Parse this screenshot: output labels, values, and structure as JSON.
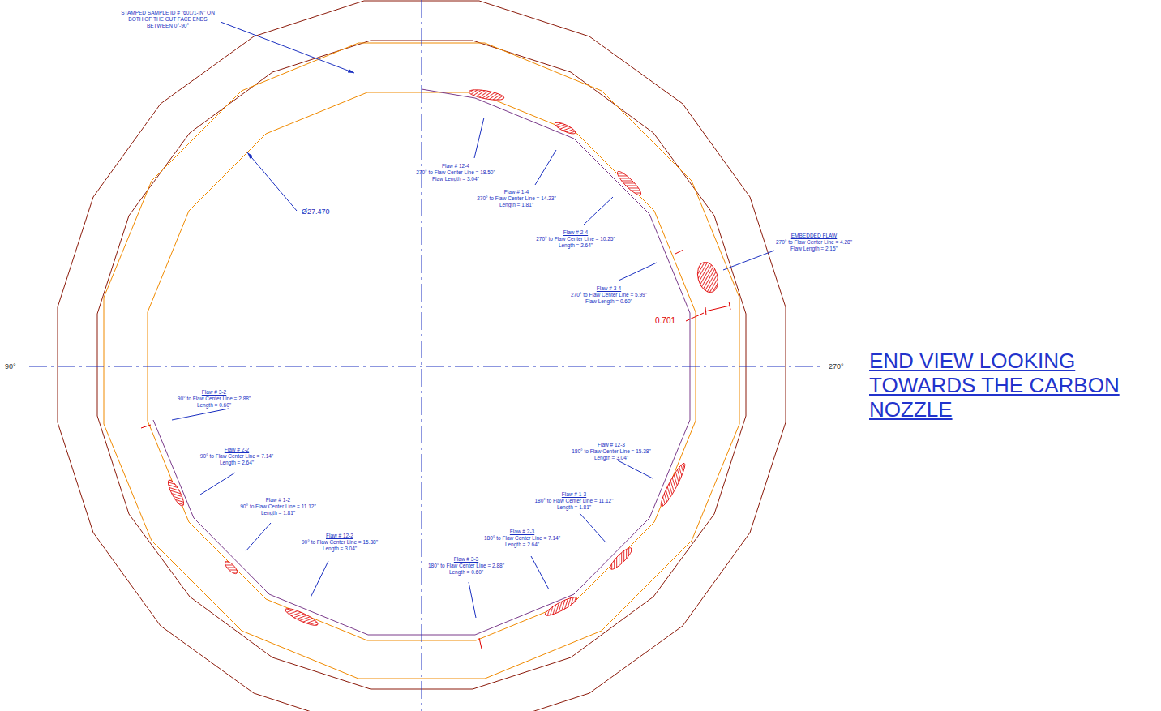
{
  "diagram": {
    "labels": [
      "STAMPED SAMPLE ID # \"601/1-IN\" ON BOTH OF THE CUT FACE ENDS BETWEEN 0°-90°",
      "Ø27.470",
      "Flaw # 12-4",
      "270° to Flaw Center Line = 18.50\"",
      "Flaw Length = 3.04\"",
      "Flaw # 1-4",
      "270° to Flaw Center Line = 14.23\"",
      "Length = 1.81\"",
      "Flaw # 2-4",
      "270° to Flaw Center Line = 10.25\"",
      "Length = 2.64\"",
      "Flaw # 3-4",
      "270° to Flaw Center Line = 5.99\"",
      "Flaw Length = 0.60\"",
      "EMBEDDED FLAW",
      "270° to Flaw Center Line = 4.28\"",
      "Flaw Length = 2.15\"",
      "0.701",
      "90°",
      "270°",
      "END VIEW LOOKING TOWARDS THE CARBON NOZZLE",
      "Flaw # 3-2",
      "90° to Flaw Center Line = 2.88\"",
      "Length = 0.60\"",
      "Flaw # 2-2",
      "90° to Flaw Center Line = 7.14\"",
      "Length = 2.64\"",
      "Flaw # 1-2",
      "90° to Flaw Center Line = 11.12\"",
      "Length = 1.81\"",
      "Flaw # 12-2",
      "90° to Flaw Center Line = 15.38\"",
      "Length = 3.04\"",
      "Flaw # 12-3",
      "180° to Flaw Center Line = 15.38\"",
      "Length = 3.04\"",
      "Flaw # 1-3",
      "180° to Flaw Center Line = 11.12\"",
      "Length = 1.81\"",
      "Flaw # 2-3",
      "180° to Flaw Center Line = 7.14\"",
      "Length = 2.64\"",
      "Flaw # 3-3",
      "180° to Flaw Center Line = 2.88\"",
      "Length = 0.60\""
    ]
  }
}
